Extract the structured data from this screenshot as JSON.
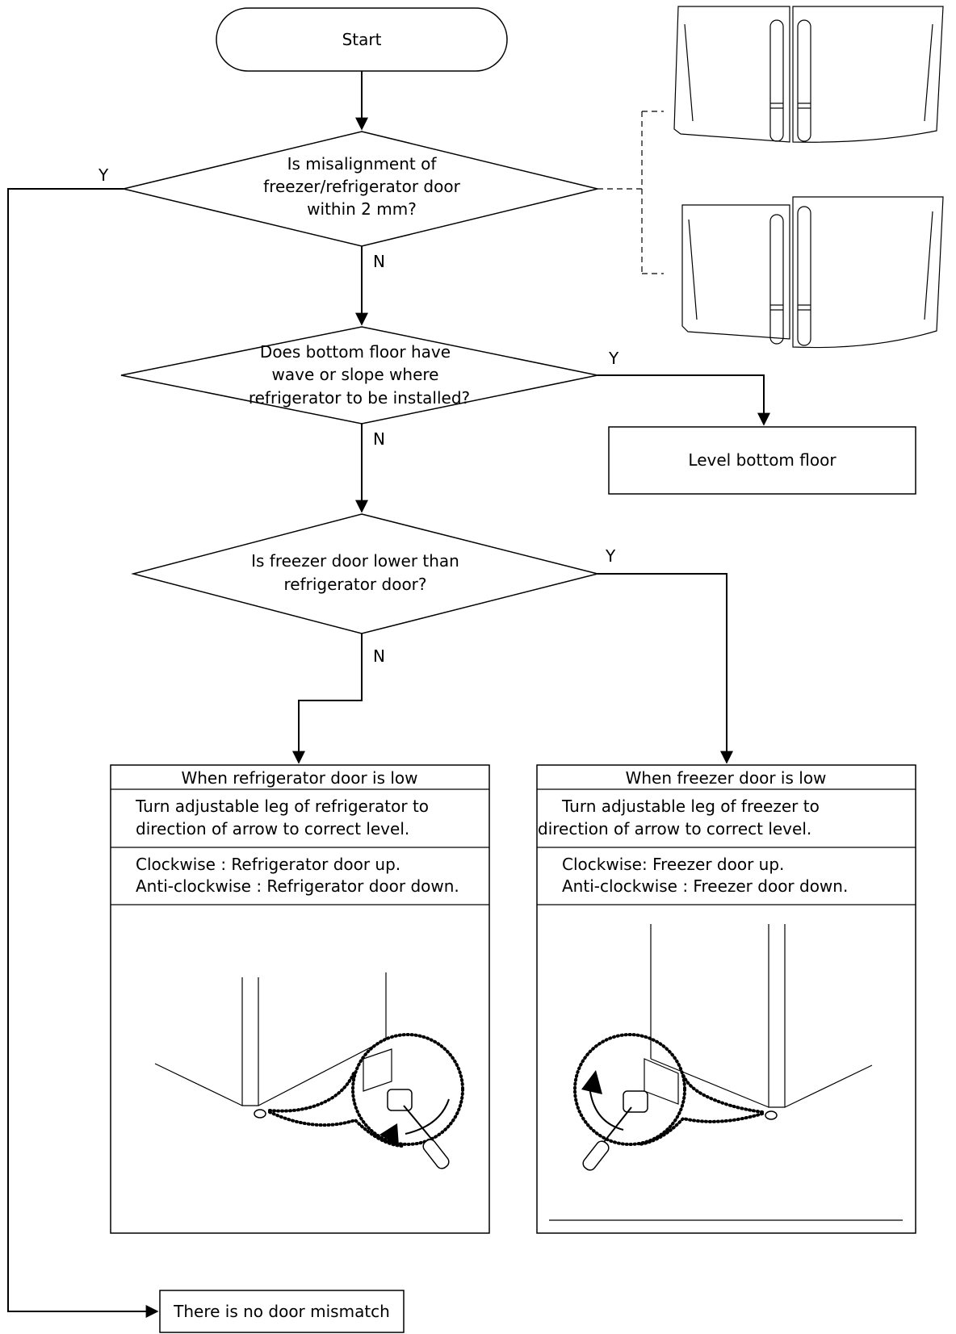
{
  "start": {
    "label": "Start"
  },
  "decisions": [
    {
      "id": "d1",
      "lines": [
        "Is misalignment of",
        "freezer/refrigerator door",
        "within 2 mm?"
      ],
      "yes": "Y",
      "no": "N"
    },
    {
      "id": "d2",
      "lines": [
        "Does bottom floor have",
        "wave or slope where",
        "refrigerator to be installed?"
      ],
      "yes": "Y",
      "no": "N"
    },
    {
      "id": "d3",
      "lines": [
        "Is freezer door lower than",
        "refrigerator door?"
      ],
      "yes": "Y",
      "no": "N"
    }
  ],
  "level_floor": {
    "label": "Level bottom floor"
  },
  "refrigerator_low": {
    "header": "When refrigerator door is low",
    "instruction": [
      "Turn adjustable leg of refrigerator to",
      "direction of arrow to correct level."
    ],
    "directions": [
      "Clockwise : Refrigerator door up.",
      "Anti-clockwise : Refrigerator door down."
    ]
  },
  "freezer_low": {
    "header": "When freezer door is low",
    "instruction": [
      "Turn adjustable leg of freezer to",
      "direction of arrow to correct level."
    ],
    "directions": [
      "Clockwise: Freezer door up.",
      "Anti-clockwise : Freezer door down."
    ]
  },
  "no_mismatch": {
    "label": "There is no door mismatch"
  }
}
